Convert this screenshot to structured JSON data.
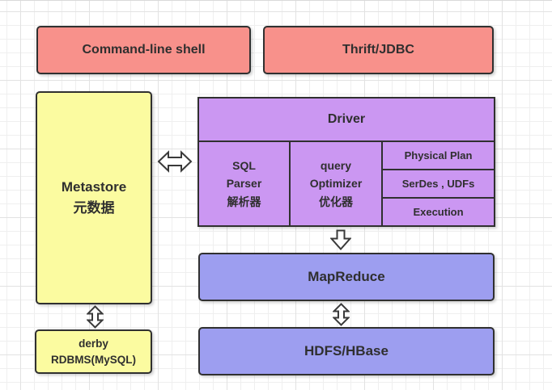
{
  "colors": {
    "pink": "#F8918B",
    "yellow": "#FBFBA0",
    "purple": "#CB97F2",
    "blue": "#9D9EF0",
    "border": "#303030",
    "text": "#2F2F2F",
    "arrow_fill": "#FFFFFF",
    "arrow_stroke": "#3A3A3A",
    "grid_minor": "#EFEFEF",
    "grid_major": "#E2E2E2"
  },
  "nodes": {
    "command_line_shell": {
      "label": "Command-line shell"
    },
    "thrift_jdbc": {
      "label": "Thrift/JDBC"
    },
    "metastore": {
      "label": "Metastore\n元数据"
    },
    "driver": {
      "label": "Driver"
    },
    "sql_parser": {
      "label": "SQL\nParser\n解析器"
    },
    "query_optimizer": {
      "label": "query\nOptimizer\n优化器"
    },
    "physical_plan": {
      "label": "Physical Plan"
    },
    "serdes_udfs": {
      "label": "SerDes , UDFs"
    },
    "execution": {
      "label": "Execution"
    },
    "mapreduce": {
      "label": "MapReduce"
    },
    "hdfs_hbase": {
      "label": "HDFS/HBase"
    },
    "derby_rdbms": {
      "label": "derby\nRDBMS(MySQL)"
    }
  },
  "connections": [
    {
      "from": "metastore",
      "to": "driver",
      "style": "double-headed-horizontal"
    },
    {
      "from": "driver",
      "to": "mapreduce",
      "style": "single-headed-down"
    },
    {
      "from": "mapreduce",
      "to": "hdfs_hbase",
      "style": "double-headed-vertical"
    },
    {
      "from": "metastore",
      "to": "derby_rdbms",
      "style": "double-headed-vertical"
    }
  ]
}
